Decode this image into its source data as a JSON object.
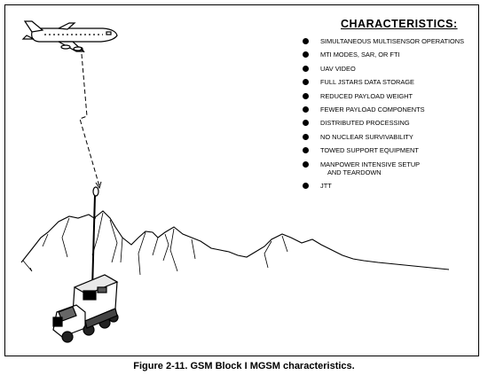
{
  "characteristics": {
    "title": "CHARACTERISTICS:",
    "items": [
      {
        "line1": "SIMULTANEOUS MULTISENSOR OPERATIONS",
        "line2": ""
      },
      {
        "line1": "MTI MODES, SAR, OR FTI",
        "line2": ""
      },
      {
        "line1": "UAV VIDEO",
        "line2": ""
      },
      {
        "line1": "FULL JSTARS DATA STORAGE",
        "line2": ""
      },
      {
        "line1": "REDUCED PAYLOAD WEIGHT",
        "line2": ""
      },
      {
        "line1": "FEWER PAYLOAD COMPONENTS",
        "line2": ""
      },
      {
        "line1": "DISTRIBUTED PROCESSING",
        "line2": ""
      },
      {
        "line1": "NO NUCLEAR SURVIVABILITY",
        "line2": ""
      },
      {
        "line1": "TOWED SUPPORT EQUIPMENT",
        "line2": ""
      },
      {
        "line1": "MANPOWER INTENSIVE SETUP",
        "line2": "AND TEARDOWN"
      },
      {
        "line1": "JTT",
        "line2": ""
      }
    ]
  },
  "caption": "Figure 2-11.  GSM Block I MGSM characteristics."
}
